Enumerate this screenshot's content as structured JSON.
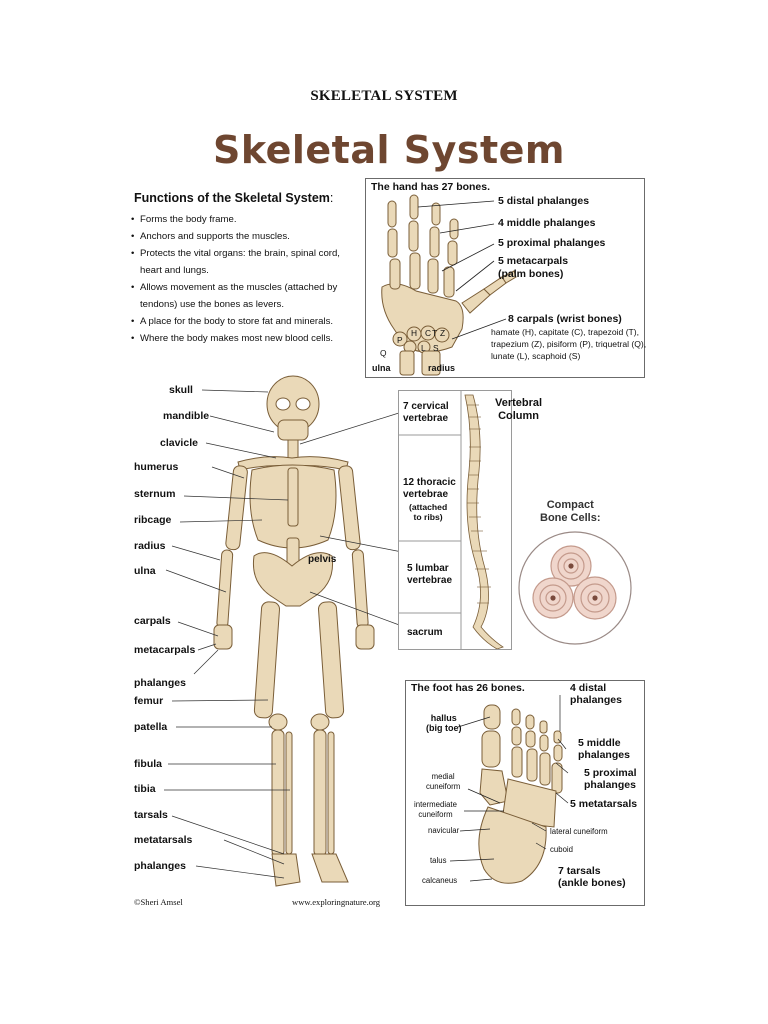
{
  "header": {
    "title": "SKELETAL SYSTEM"
  },
  "poster": {
    "title": "Skeletal System",
    "functions": {
      "heading": "Functions of the Skeletal System",
      "heading_suffix": ":",
      "items": [
        "Forms the body frame.",
        "Anchors and supports the muscles.",
        "Protects the vital organs: the brain, spinal cord, heart and lungs.",
        "Allows movement as the muscles (attached by tendons) use the bones as levers.",
        "A place for the body to store fat and minerals.",
        "Where the body makes most new blood cells."
      ]
    },
    "hand": {
      "title": "The hand has 27 bones.",
      "labels": [
        "5 distal phalanges",
        "4 middle phalanges",
        "5 proximal phalanges",
        "5 metacarpals",
        "(palm bones)",
        "8 carpals (wrist bones)"
      ],
      "carpal_note": [
        "hamate (H), capitate (C), trapezoid (T),",
        "trapezium (Z), pisiform (P), triquetral (Q),",
        "lunate (L), scaphoid (S)"
      ],
      "bottom": [
        "ulna",
        "radius"
      ],
      "letters": [
        "H",
        "C",
        "T",
        "Z",
        "P",
        "L",
        "S",
        "Q"
      ]
    },
    "skeleton_labels": [
      "skull",
      "mandible",
      "clavicle",
      "humerus",
      "sternum",
      "ribcage",
      "radius",
      "ulna",
      "carpals",
      "metacarpals",
      "phalanges",
      "femur",
      "patella",
      "fibula",
      "tibia",
      "tarsals",
      "metatarsals",
      "phalanges"
    ],
    "pelvis_label": "pelvis",
    "vertebral": {
      "title": [
        "Vertebral",
        "Column"
      ],
      "sections": [
        [
          "7 cervical",
          "vertebrae"
        ],
        [
          "12 thoracic",
          "vertebrae"
        ],
        [
          "(attached",
          "to ribs)"
        ],
        [
          "5 lumbar",
          "vertebrae"
        ],
        [
          "sacrum"
        ]
      ]
    },
    "compact": {
      "title": [
        "Compact",
        "Bone Cells:"
      ]
    },
    "foot": {
      "title": "The foot has 26 bones.",
      "right_labels": [
        "4 distal",
        "phalanges",
        "5 middle",
        "phalanges",
        "5 proximal",
        "phalanges",
        "5 metatarsals"
      ],
      "hallus": [
        "hallus",
        "(big toe)"
      ],
      "left_labels": [
        "medial",
        "cuneiform",
        "intermediate",
        "cuneiform",
        "navicular",
        "talus",
        "calcaneus"
      ],
      "mid_labels": [
        "lateral cuneiform",
        "cuboid"
      ],
      "tarsals": [
        "7 tarsals",
        "(ankle bones)"
      ]
    },
    "credits": {
      "left": "©Sheri Amsel",
      "right": "www.exploringnature.org"
    }
  },
  "colors": {
    "title_brown": "#6e4630",
    "bone": "#ead9b8",
    "bone_dark": "#b89a6c",
    "bone_outline": "#7a5e38",
    "cell_pink": "#f0d6cc"
  }
}
